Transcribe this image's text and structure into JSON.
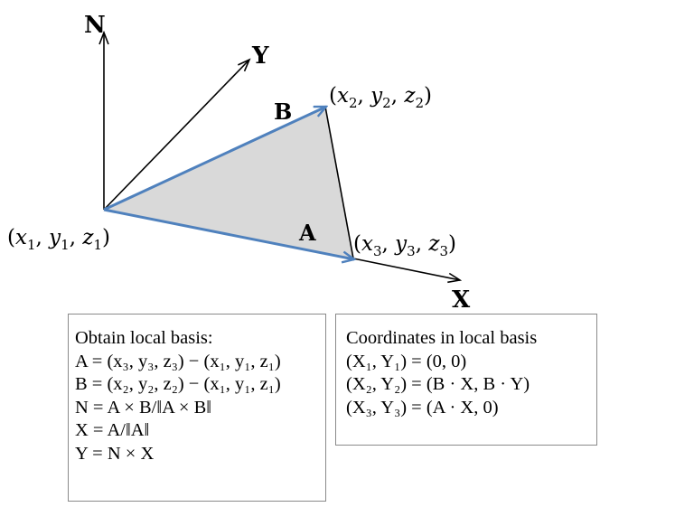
{
  "diagram": {
    "axis_labels": {
      "n": "N",
      "y": "Y",
      "x": "X"
    },
    "vector_labels": {
      "a": "A",
      "b": "B"
    },
    "points": [
      {
        "name": "p1",
        "coords": [
          "x",
          "1",
          "y",
          "1",
          "z",
          "1"
        ]
      },
      {
        "name": "p2",
        "coords": [
          "x",
          "2",
          "y",
          "2",
          "z",
          "2"
        ]
      },
      {
        "name": "p3",
        "coords": [
          "x",
          "3",
          "y",
          "3",
          "z",
          "3"
        ]
      }
    ],
    "colors": {
      "vector": "#4f81bd",
      "fill": "#d9d9d9",
      "axis": "#000000",
      "box_border": "#8a8a8a"
    }
  },
  "basis_box": {
    "title": "Obtain local basis:",
    "lines": [
      "A = (x₃, y₃, z₃) − (x₁, y₁, z₁)",
      "B = (x₂, y₂, z₂) − (x₁, y₁, z₁)",
      "N = A × B/‖A × B‖",
      "X = A/‖A‖",
      "Y = N × X"
    ]
  },
  "coords_box": {
    "title": "Coordinates in local basis",
    "lines": [
      "(X₁, Y₁) = (0, 0)",
      "(X₂, Y₂) = (B · X, B · Y)",
      "(X₃, Y₃) = (A · X, 0)"
    ]
  }
}
